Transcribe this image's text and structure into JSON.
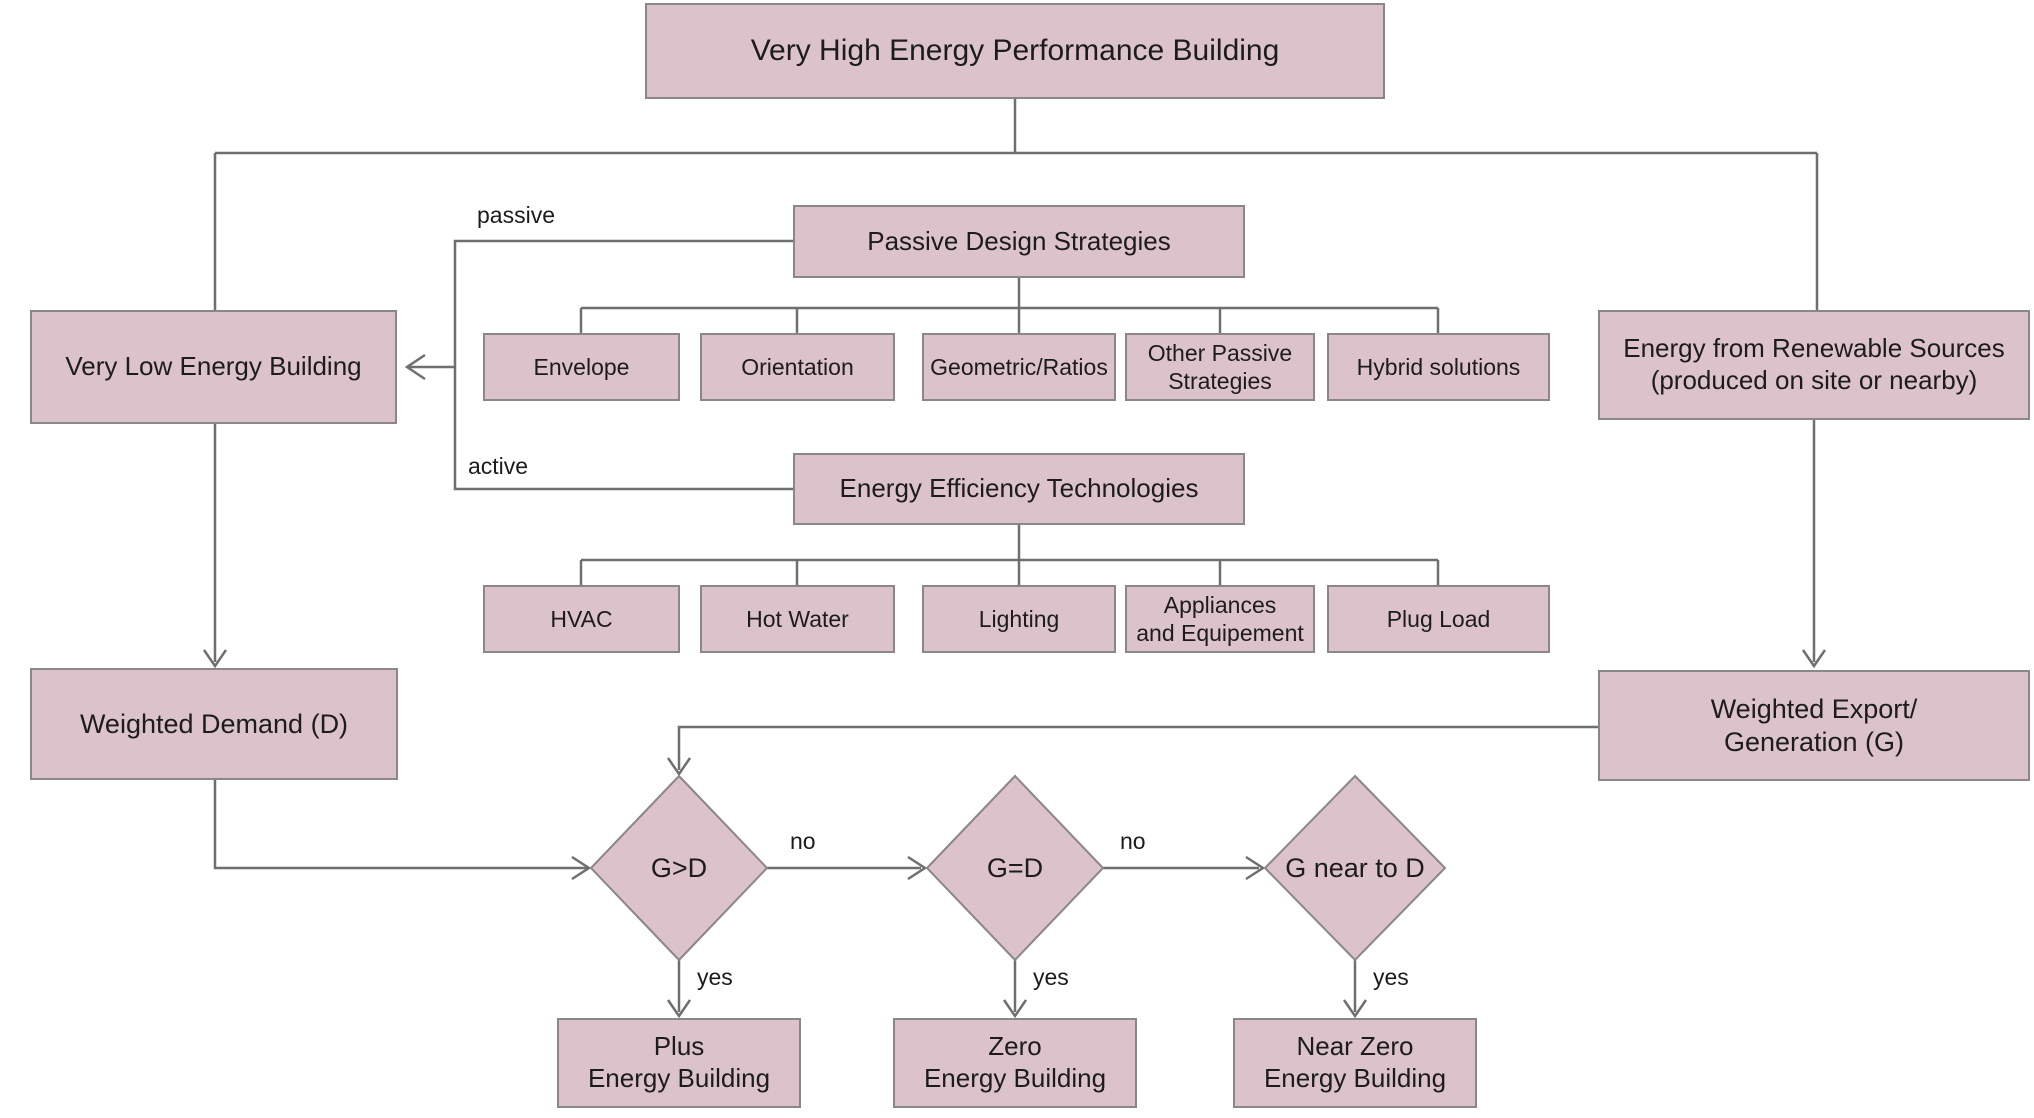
{
  "diagram": {
    "title": "Very High Energy Performance Building",
    "nodes": {
      "very_low": "Very Low Energy Building",
      "renewable": [
        "Energy from Renewable Sources",
        "(produced on site or nearby)"
      ],
      "passive_strategies": "Passive Design Strategies",
      "energy_efficiency": "Energy Efficiency Technologies",
      "envelope": "Envelope",
      "orientation": "Orientation",
      "geometric": "Geometric/Ratios",
      "other_passive": [
        "Other Passive",
        "Strategies"
      ],
      "hybrid": "Hybrid solutions",
      "hvac": "HVAC",
      "hot_water": "Hot Water",
      "lighting": "Lighting",
      "appliances": [
        "Appliances",
        "and Equipement"
      ],
      "plug_load": "Plug Load",
      "weighted_demand": "Weighted Demand (D)",
      "weighted_export": [
        "Weighted Export/",
        "Generation (G)"
      ],
      "plus": [
        "Plus",
        "Energy Building"
      ],
      "zero": [
        "Zero",
        "Energy Building"
      ],
      "near_zero": [
        "Near Zero",
        "Energy Building"
      ]
    },
    "decisions": {
      "d1": "G>D",
      "d2": "G=D",
      "d3": "G near to D"
    },
    "edges": {
      "passive": "passive",
      "active": "active",
      "no_1": "no",
      "no_2": "no",
      "yes_1": "yes",
      "yes_2": "yes",
      "yes_3": "yes"
    },
    "colors": {
      "node_fill": "#dcc3cb",
      "node_border": "#8b8689",
      "line": "#6f6f6f",
      "text": "#1c1c1c",
      "background": "#ffffff"
    }
  }
}
